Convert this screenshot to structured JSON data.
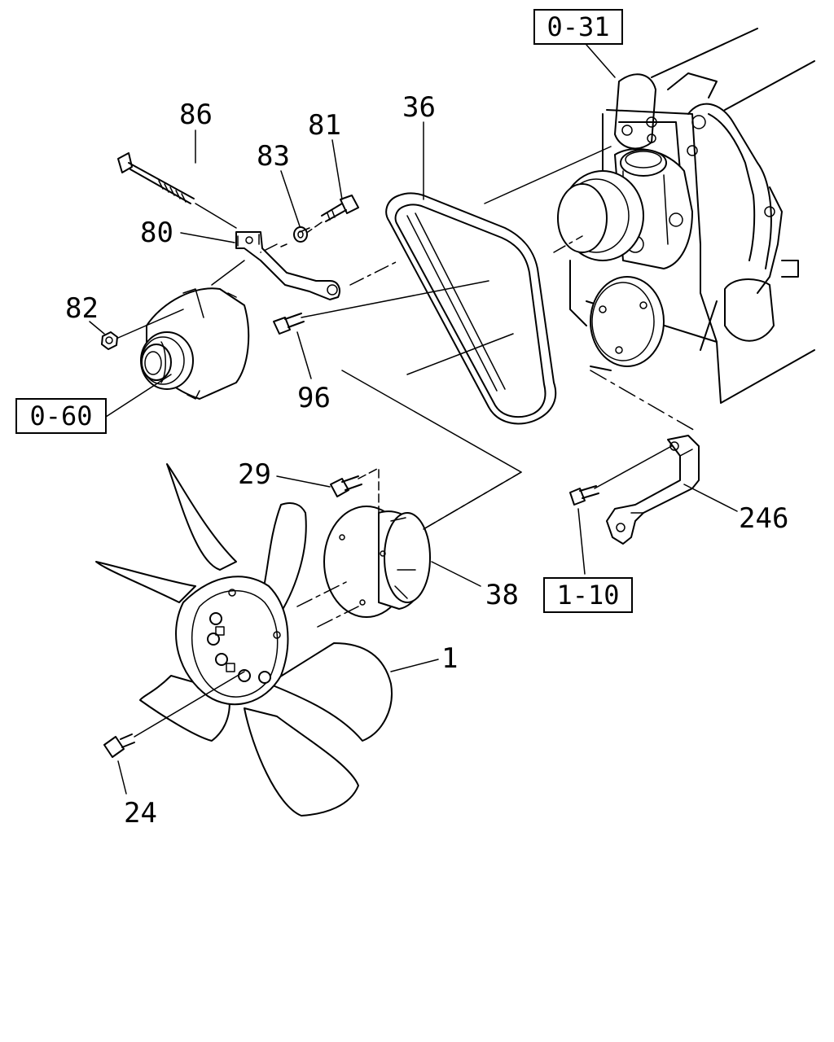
{
  "diagram": {
    "ref_boxes": [
      {
        "id": "ref-0-31",
        "text": "0-31"
      },
      {
        "id": "ref-0-60",
        "text": "0-60"
      },
      {
        "id": "ref-1-10",
        "text": "1-10"
      }
    ],
    "part_labels": [
      {
        "id": "part-86",
        "text": "86"
      },
      {
        "id": "part-81",
        "text": "81"
      },
      {
        "id": "part-36",
        "text": "36"
      },
      {
        "id": "part-83",
        "text": "83"
      },
      {
        "id": "part-80",
        "text": "80"
      },
      {
        "id": "part-82",
        "text": "82"
      },
      {
        "id": "part-96",
        "text": "96"
      },
      {
        "id": "part-29",
        "text": "29"
      },
      {
        "id": "part-246",
        "text": "246"
      },
      {
        "id": "part-38",
        "text": "38"
      },
      {
        "id": "part-1",
        "text": "1"
      },
      {
        "id": "part-24",
        "text": "24"
      }
    ]
  }
}
